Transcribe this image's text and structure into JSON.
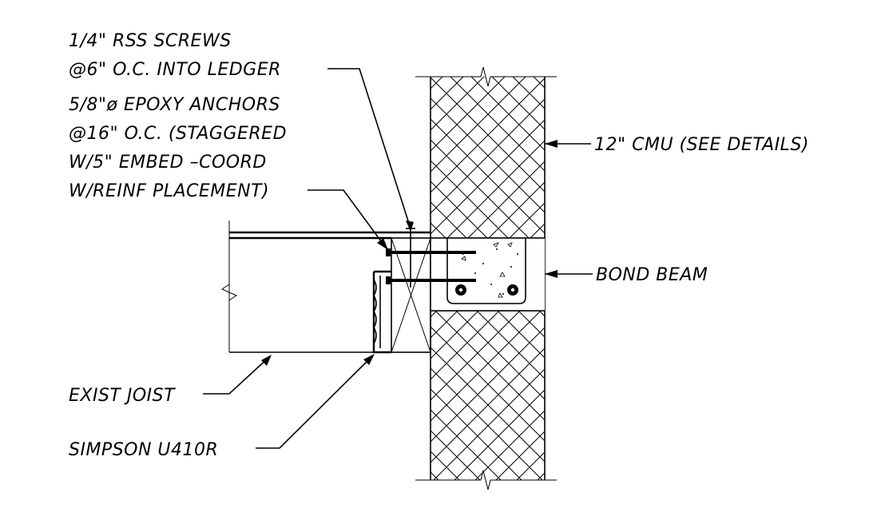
{
  "labels": {
    "screws_line1": "1/4\" RSS SCREWS",
    "screws_line2": "@6\" O.C. INTO LEDGER",
    "anchors_line1": "5/8\"ø EPOXY ANCHORS",
    "anchors_line2": "@16\" O.C. (STAGGERED",
    "anchors_line3": "W/5\" EMBED –COORD",
    "anchors_line4": "W/REINF PLACEMENT)",
    "cmu": "12\" CMU (SEE DETAILS)",
    "bond_beam": "BOND BEAM",
    "joist": "EXIST JOIST",
    "hanger": "SIMPSON U410R"
  },
  "colors": {
    "line": "#000000",
    "background": "#ffffff"
  }
}
